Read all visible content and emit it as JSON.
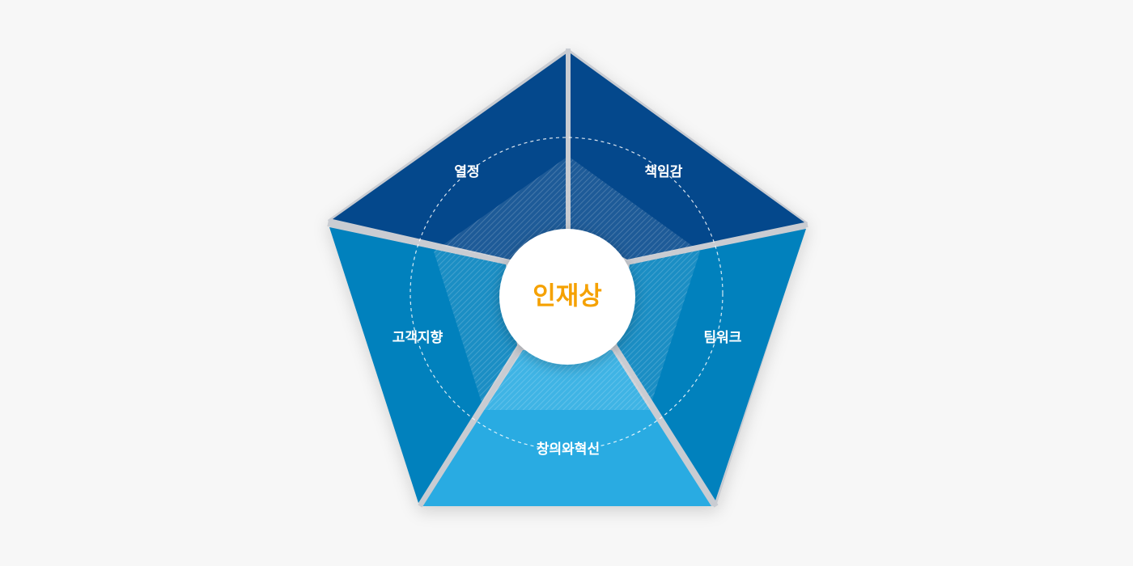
{
  "center": {
    "label": "인재상",
    "color": "#f5a100"
  },
  "segments": [
    {
      "id": "passion",
      "label": "열정",
      "color": "#04488c"
    },
    {
      "id": "responsibility",
      "label": "책임감",
      "color": "#04488c"
    },
    {
      "id": "teamwork",
      "label": "팀워크",
      "color": "#0181bd"
    },
    {
      "id": "creativity-innovation",
      "label": "창의와혁신",
      "color": "#29abe2"
    },
    {
      "id": "customer-orientation",
      "label": "고객지향",
      "color": "#0181bd"
    }
  ],
  "colors": {
    "background": "#f7f7f7",
    "divider": "#c9ccd2",
    "dashed_circle": "#ffffff",
    "center_fill": "#ffffff"
  }
}
